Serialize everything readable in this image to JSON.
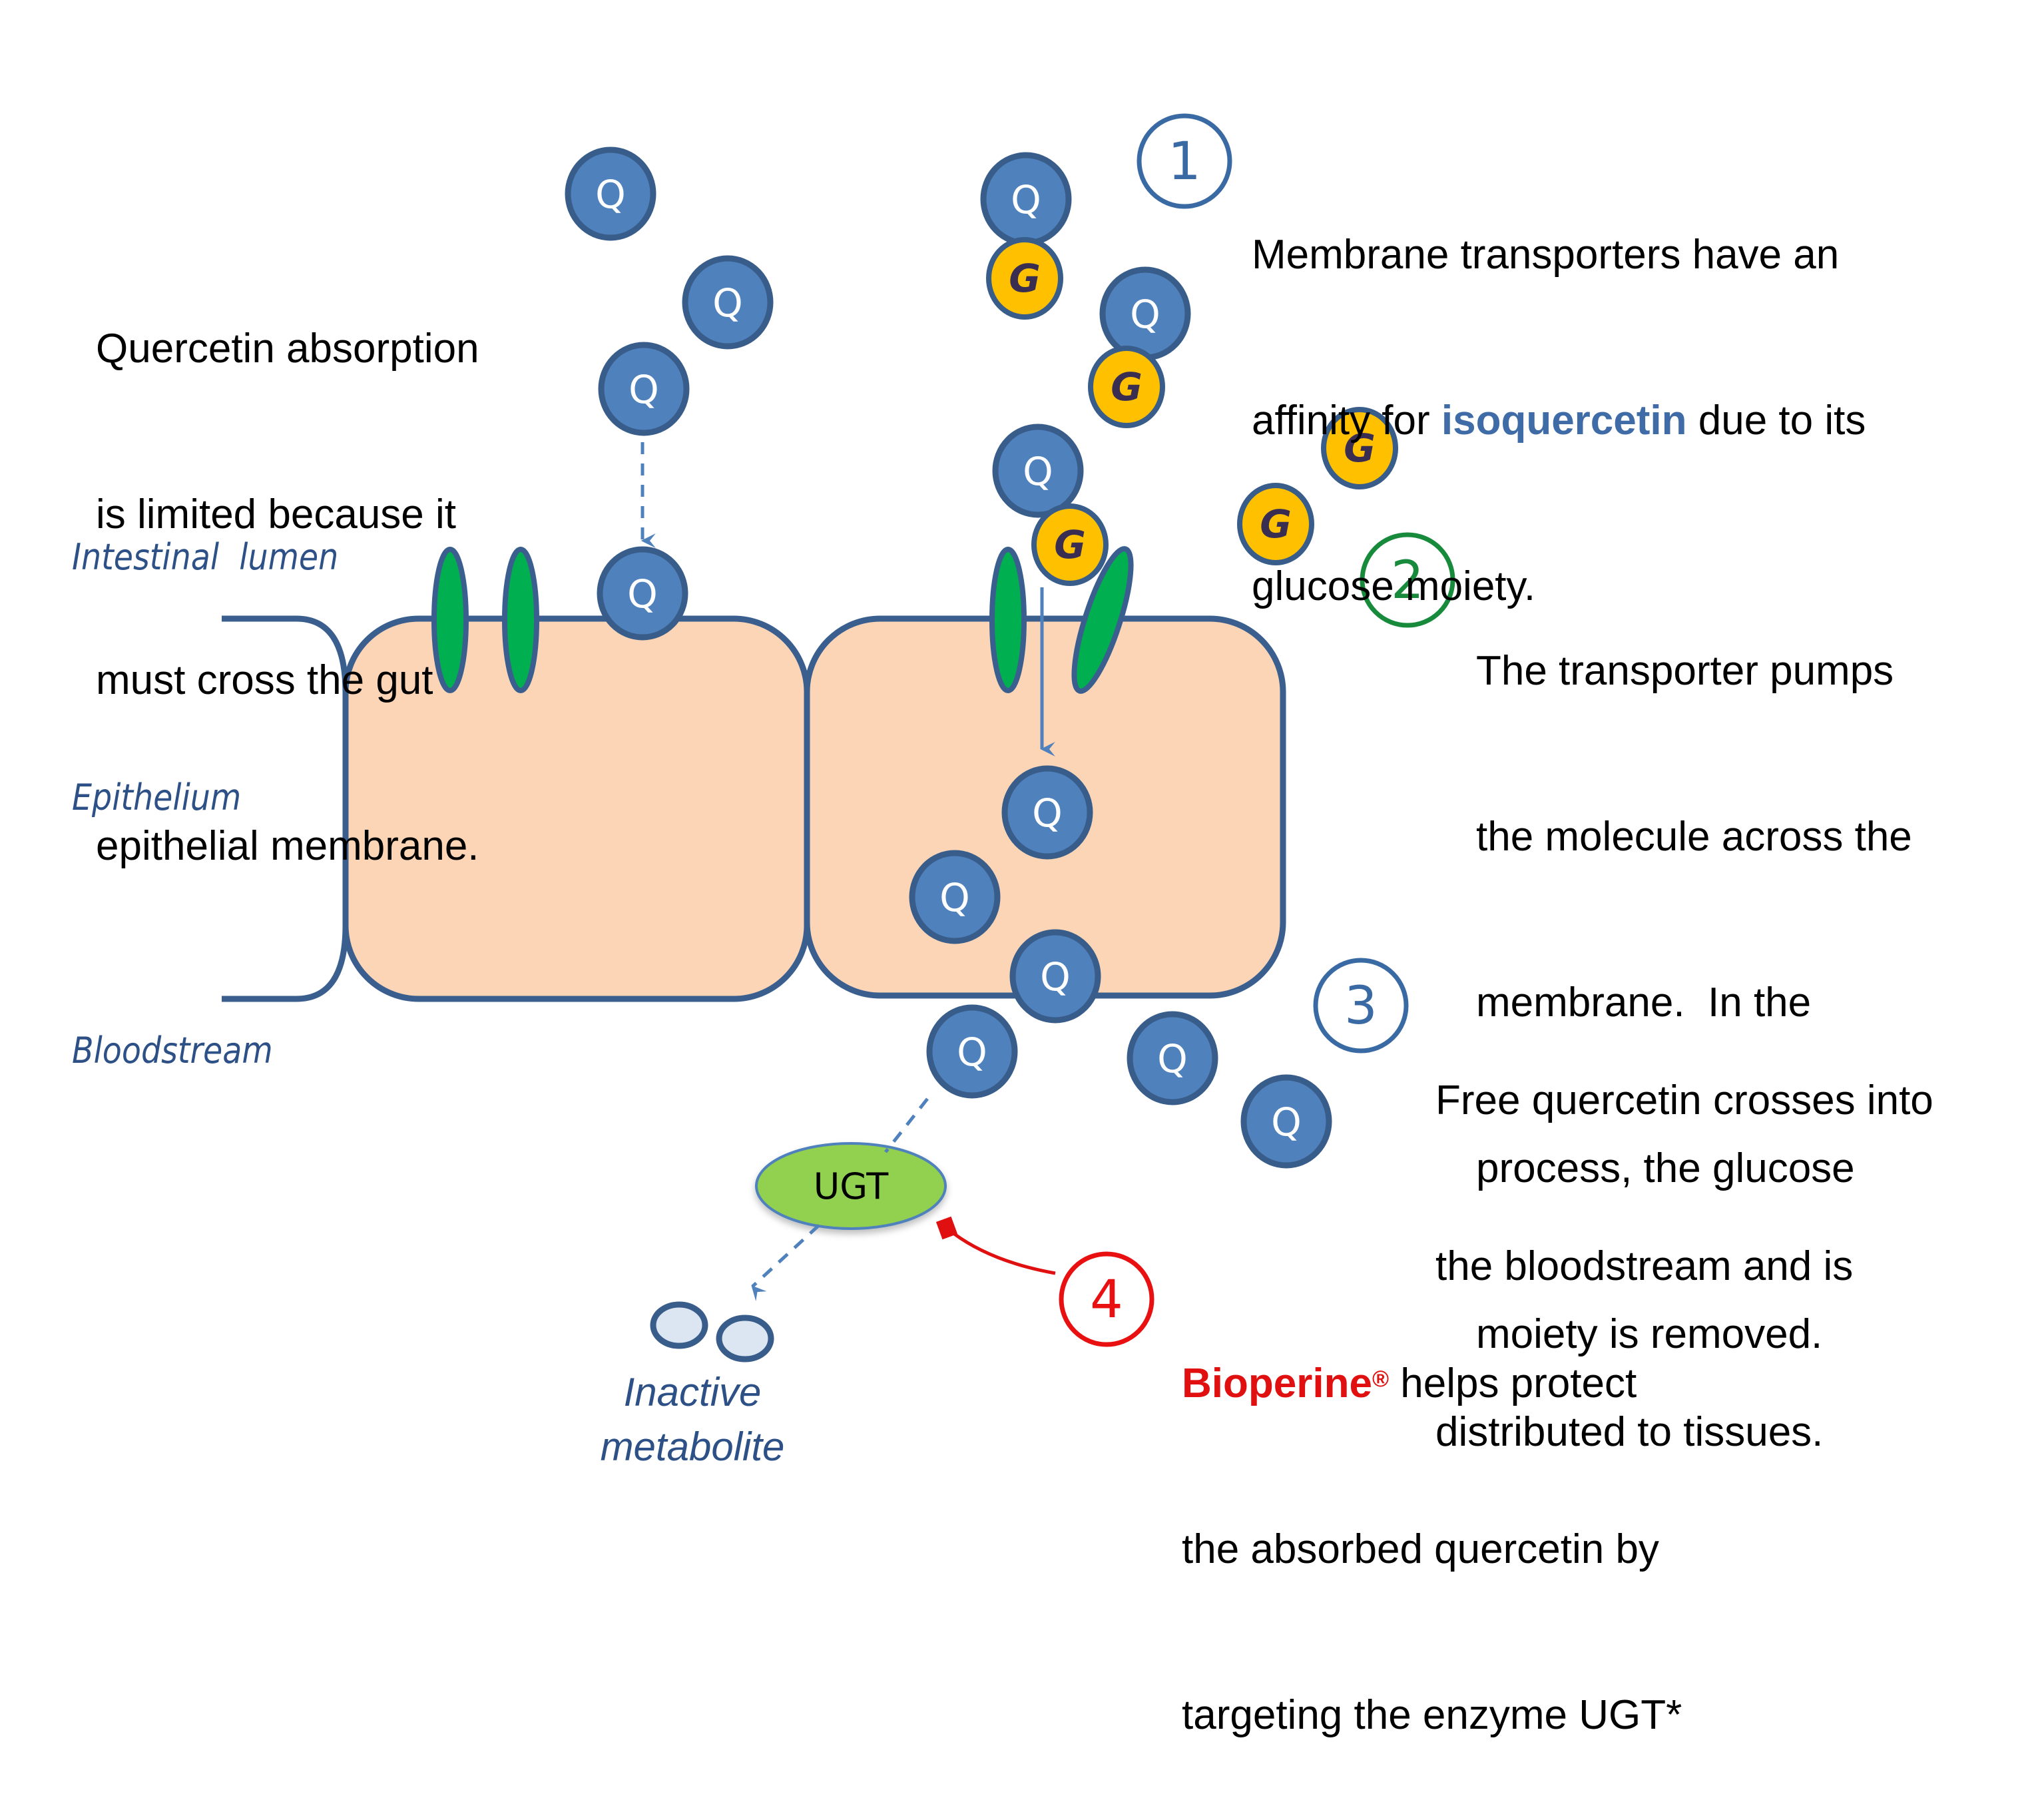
{
  "colors": {
    "quercetin_fill": "#4f81bd",
    "quercetin_stroke": "#385d8a",
    "glucose_fill": "#ffc000",
    "glucose_text": "#3a2d52",
    "transporter_fill": "#00b050",
    "cell_fill": "#fbd5b5",
    "membrane_stroke": "#3a5f8f",
    "step1_color": "#3a6aa3",
    "step2_color": "#188a3c",
    "step3_color": "#3a6aa3",
    "step4_color": "#e81010",
    "ugt_fill": "#92d050",
    "metabolite_fill": "#dce6f2",
    "arrow_color": "#4f81bd",
    "inhibitor_color": "#e01010"
  },
  "labels": {
    "molecule_q": "Q",
    "molecule_g": "G",
    "enzyme": "UGT"
  },
  "regions": {
    "lumen": "Intestinal  lumen",
    "epithelium": "Epithelium",
    "bloodstream": "Bloodstream"
  },
  "intro_text": {
    "lines": [
      "Quercetin absorption",
      "is limited because it",
      "must cross the gut",
      "epithelial membrane."
    ]
  },
  "steps": [
    {
      "number": "1",
      "lines": [
        {
          "pre": "Membrane transporters have an",
          "hl": "",
          "post": ""
        },
        {
          "pre": "affinity for ",
          "hl": "isoquercetin",
          "post": " due to its"
        },
        {
          "pre": "glucose moiety.",
          "hl": "",
          "post": ""
        }
      ]
    },
    {
      "number": "2",
      "lines": [
        "The transporter pumps",
        "the molecule across the",
        "membrane.  In the",
        "process, the glucose",
        "moiety is removed."
      ]
    },
    {
      "number": "3",
      "lines": [
        "Free quercetin crosses into",
        "the bloodstream and is",
        "distributed to tissues."
      ]
    },
    {
      "number": "4",
      "brand": "Bioperine",
      "trademark": "®",
      "lines": [
        " helps protect",
        "the absorbed quercetin by",
        "targeting the enzyme UGT*"
      ]
    }
  ],
  "metabolite_label": {
    "line1": "Inactive",
    "line2": "metabolite"
  }
}
